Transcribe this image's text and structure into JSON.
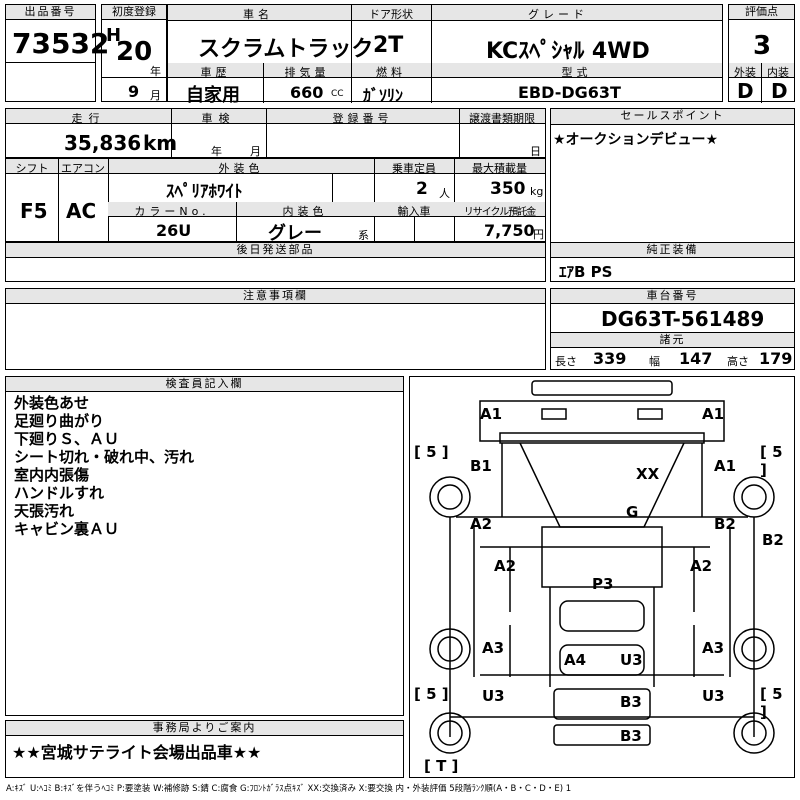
{
  "header": {
    "lot_label": "出品番号",
    "lot_number": "73532",
    "first_reg_label": "初度登録",
    "era": "H",
    "year_num": "20",
    "year_unit": "年",
    "month_num": "9",
    "month_unit": "月",
    "car_name_label": "車名",
    "car_name": "スクラムトラック",
    "door_label": "ドア形状",
    "door": "2T",
    "grade_label": "グレード",
    "grade": "KCｽﾍﾟｼｬﾙ 4WD",
    "score_label": "評価点",
    "score": "3",
    "history_label": "車歴",
    "history": "自家用",
    "displacement_label": "排気量",
    "displacement": "660",
    "displacement_unit": "CC",
    "fuel_label": "燃料",
    "fuel": "ｶﾞｿﾘﾝ",
    "model_label": "型式",
    "model": "EBD-DG63T",
    "exterior_label": "外装",
    "exterior_grade": "D",
    "interior_label": "内装",
    "interior_grade": "D"
  },
  "row2": {
    "mileage_label": "走行",
    "mileage": "35,836",
    "mileage_unit": "km",
    "inspection_label": "車検",
    "insp_year_unit": "年",
    "insp_month_unit": "月",
    "regno_label": "登録番号",
    "transfer_label": "譲渡書類期限",
    "transfer_day_unit": "日",
    "sales_label": "セールスポイント",
    "sales_point": "★オークションデビュー★"
  },
  "row3": {
    "shift_label": "シフト",
    "shift": "F5",
    "ac_label": "エアコン",
    "ac": "AC",
    "color_label": "外装色",
    "color": "ｽﾍﾟﾘｱﾎﾜｲﾄ",
    "capacity_label": "乗車定員",
    "capacity": "2",
    "capacity_unit": "人",
    "load_label": "最大積載量",
    "load": "350",
    "load_unit": "kg",
    "colorno_label": "カラーNo.",
    "colorno": "26U",
    "interior_color_label": "内装色",
    "interior_color": "グレー",
    "interior_color_unit": "系",
    "import_label": "輸入車",
    "recycle_label": "リサイクル預託金",
    "recycle": "7,750",
    "recycle_unit": "円"
  },
  "row4": {
    "later_parts_label": "後日発送部品",
    "genuine_label": "純正装備",
    "genuine": "ｴｱB PS",
    "caution_label": "注意事項欄",
    "chassis_label": "車台番号",
    "chassis": "DG63T-561489",
    "dims_label": "諸元",
    "length_label": "長さ",
    "length": "339",
    "width_label": "幅",
    "width": "147",
    "height_label": "高さ",
    "height": "179"
  },
  "inspector": {
    "label": "検査員記入欄",
    "notes": [
      "外装色あせ",
      "足廻り曲がり",
      "下廻りＳ、ＡＵ",
      "シート切れ・破れ中、汚れ",
      "室内内張傷",
      "ハンドルすれ",
      "天張汚れ",
      "キャビン裏ＡＵ"
    ]
  },
  "office": {
    "label": "事務局よりご案内",
    "text": "★★宮城サテライト会場出品車★★"
  },
  "legend": "A:ｷｽﾞ U:ﾍｺﾐ B:ｷｽﾞを伴うﾍｺﾐ P:要塗装 W:補修跡 S:錆 C:腐食 G:ﾌﾛﾝﾄｶﾞﾗｽ点ｷｽﾞ XX:交換済み X:要交換 内・外装評価 5段階ﾗﾝｸ順(A・B・C・D・E) 1",
  "diagram_labels": {
    "a1_left": "A1",
    "a1_right": "A1",
    "b1": "B1",
    "a1_mid": "A1",
    "xx": "XX",
    "g": "G",
    "a2_l": "A2",
    "b2_r": "B2",
    "b2_far": "B2",
    "a2_l2": "A2",
    "a2_r2": "A2",
    "p3": "P3",
    "a3_l": "A3",
    "a3_r": "A3",
    "a4": "A4",
    "u3_c": "U3",
    "u3_l": "U3",
    "u3_r": "U3",
    "b3_a": "B3",
    "b3_b": "B3",
    "t5_tl": "[ 5 ]",
    "t5_tr": "[ 5 ]",
    "t5_bl": "[ 5 ]",
    "t5_br": "[ 5 ]",
    "t_spare": "[ T ]"
  }
}
